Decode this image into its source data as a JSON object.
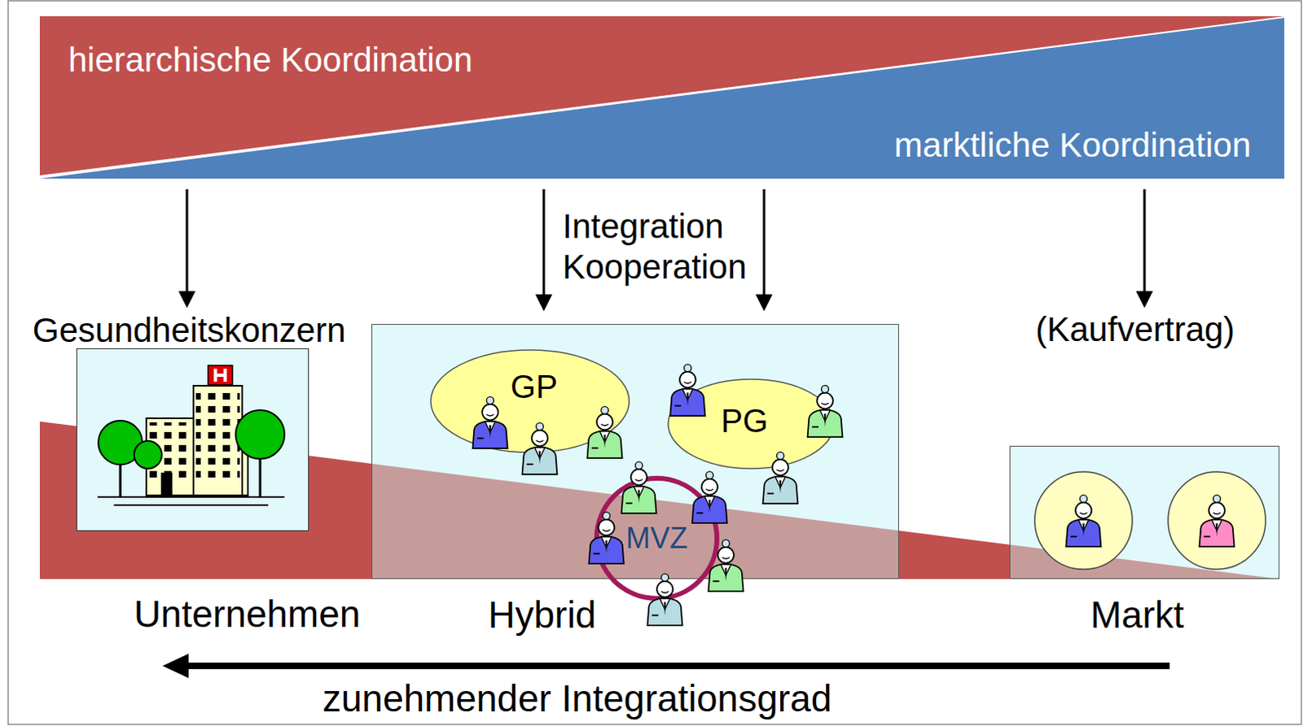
{
  "diagram": {
    "nodes": [
      {
        "text": [
          "hierarchische Koordination",
          "marktliche Koordination"
        ]
      },
      {
        "text": [
          "Gesundheitskonzern",
          "Unternehmen"
        ]
      },
      {
        "text": [
          "Hybrid"
        ]
      },
      {
        "text": [
          "GP"
        ],
        "in": 2
      },
      {
        "text": [
          "PG"
        ],
        "in": 2
      },
      {
        "text": [
          "MVZ"
        ],
        "in": 2
      },
      {
        "text": [
          "Markt"
        ]
      }
    ],
    "labels": [
      "Integration Kooperation",
      "(Kaufvertrag)",
      "zunehmender Integrationsgrad"
    ]
  }
}
